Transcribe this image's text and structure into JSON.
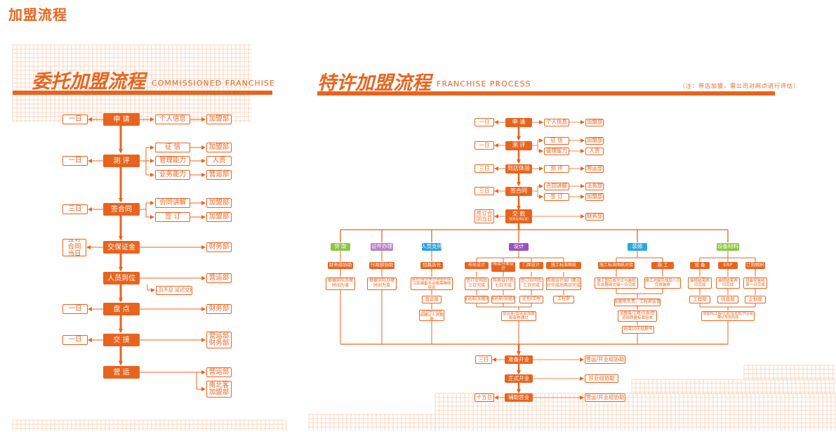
{
  "page": {
    "title": "加盟流程"
  },
  "colors": {
    "accent": "#E8641E",
    "grid": "#F6C9A9",
    "cat_green": "#8CC63F",
    "cat_purple": "#B77FC6",
    "cat_blue": "#2E9FE6",
    "cat_violet": "#9B4FC0",
    "cat_cyan": "#29A9E0"
  },
  "left": {
    "title_cn": "委托加盟流程",
    "title_en": "COMMISSIONED FRANCHISE",
    "steps": [
      "申 请",
      "测 评",
      "签合同",
      "交保证金",
      "人员到位",
      "盘 点",
      "交 接",
      "营 运"
    ],
    "periods": [
      "一日",
      "一日",
      "三日",
      "签订合同当日",
      "一日",
      "一日"
    ],
    "items": [
      "个人信息",
      "征 信",
      "管理能力",
      "业务能力",
      "合同讲解",
      "签 订"
    ],
    "owners": [
      "加盟部",
      "加盟部",
      "人资",
      "营运部",
      "加盟部",
      "加盟部",
      "财务部",
      "营运部",
      "财务部",
      "营运部\n财务部",
      "营运部",
      "南北客\n加盟部"
    ],
    "note": "人员不足 延迟交接"
  },
  "right": {
    "title_cn": "特许加盟流程",
    "title_en": "FRANCHISE PROCESS",
    "note": "（注：带店加盟，需公司对网点进行评估）",
    "steps": [
      "申 请",
      "测 评",
      "到店体验",
      "签合同",
      "交 款"
    ],
    "pay_sub": "（投资金/保证金）",
    "periods": [
      "一日",
      "一日",
      "三日",
      "三日",
      "签订合同当日"
    ],
    "items": [
      "个人信息",
      "征 信",
      "管理能力",
      "测 评",
      "合同讲解",
      "签 订"
    ],
    "owners": [
      "加盟部",
      "加盟部",
      "人资",
      "营运部",
      "法务部",
      "加盟部",
      "财务部"
    ],
    "categories": [
      "贷 款",
      "证件办理",
      "人员支持",
      "设计",
      "装修",
      "设备材料"
    ],
    "loan": [
      "财务部协助",
      "根据实际办理时间为准"
    ],
    "license": [
      "行政部协助",
      "根据实际办理时间为准"
    ],
    "staff": [
      "招募店长",
      "店长/店员来总部培训实习及储备不合格需继续培训",
      "营运部",
      "营运部/加盟部确认人员数量"
    ],
    "design_heads": [
      "布局设计",
      "商品分类设计",
      "门面设计",
      "施工标准图纸"
    ],
    "design_times": [
      "签订合同后三日完成",
      "布局设计后七日完成",
      "签订合同后三日完成",
      "布局设计出门面设计完成后两日完成"
    ],
    "design_owners": [
      "营运部/加盟部",
      "营运部/加盟部",
      "企划/工程",
      "工程部"
    ],
    "design_merge": "营运部/营运部加盟部审核通过",
    "deco_heads": [
      "施工标准图纸对接",
      "施 工"
    ],
    "deco_times": [
      "施工图完成次日与装修队加盟商交接一日完成",
      "施工对接完成后八日完成装修"
    ],
    "deco_owners": [
      "加盟商负责，工程部监督",
      "加盟商/工程/企划/营运部质量标准验收",
      "结束10天结算书"
    ],
    "equip_heads": [
      "设 备",
      "ERP",
      "订购物料"
    ],
    "equip_times": [
      "装修结束两日完成",
      "装修结束两日完成",
      "设备安装结束一日完成"
    ],
    "equip_owners": [
      "工程部",
      "信息部",
      "企划部"
    ],
    "equip_merge": "加盟商/工程/企划/信息部/开业组确认规划完成",
    "final_steps": [
      "准备开业",
      "正式开业",
      "辅助营业"
    ],
    "final_periods": [
      "三日",
      "十五日"
    ],
    "final_owners": [
      "营运/开业组协助",
      "开业组协助",
      "营运/开业组协助"
    ]
  }
}
